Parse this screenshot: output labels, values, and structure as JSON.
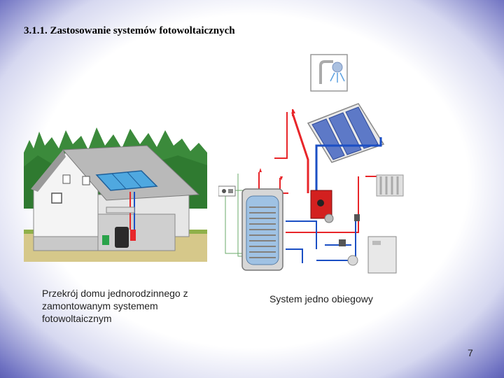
{
  "slide": {
    "title": "3.1.1. Zastosowanie systemów fotowoltaicznych",
    "caption_left": "Przekrój domu jednorodzinnego z zamontowanym systemem fotowoltaicznym",
    "caption_right": "System jedno obiegowy",
    "page_number": "7"
  },
  "colors": {
    "hot_pipe": "#e8262a",
    "cold_pipe": "#1b4fc4",
    "panel": "#5d79c7",
    "frame": "#2f3192"
  }
}
